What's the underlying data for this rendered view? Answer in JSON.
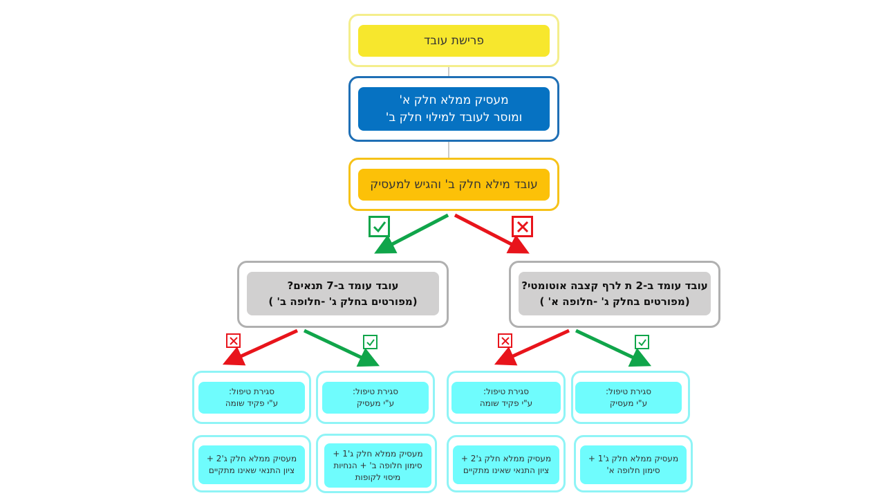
{
  "flow": {
    "start": {
      "text": "פרישת עובד"
    },
    "step_employer": {
      "line1": "מעסיק ממלא חלק א'",
      "line2": "ומוסר לעובד למילוי חלק ב'"
    },
    "step_employee": {
      "text": "עובד מילא חלק ב' והגיש למעסיק"
    },
    "decision_a": {
      "line1": "עובד עומד ב-2 ת לרף קצבה אוטומטי?",
      "line2": "(מפורטים בחלק ג' -חלופה א' )"
    },
    "decision_b": {
      "line1": "עובד עומד ב-7 תנאים?",
      "line2": "(מפורטים בחלק ג' -חלופה ב' )"
    },
    "closures": [
      {
        "line1": "סגירת טיפול:",
        "line2": "ע\"י פקיד שומה"
      },
      {
        "line1": "סגירת טיפול:",
        "line2": "ע\"י מעסיק"
      },
      {
        "line1": "סגירת טיפול:",
        "line2": "ע\"י פקיד שומה"
      },
      {
        "line1": "סגירת טיפול:",
        "line2": "ע\"י מעסיק"
      }
    ],
    "actions": [
      {
        "line1": "מעסיק ממלא חלק ג'2 +",
        "line2": "ציון התנאי שאינו מתקיים",
        "line3": ""
      },
      {
        "line1": "מעסיק ממלא חלק ג'1 +",
        "line2": "סימון חלופה ב' + הנחיות",
        "line3": "מיסוי לקופות"
      },
      {
        "line1": "מעסיק ממלא חלק ג'2 +",
        "line2": "ציון התנאי שאינו מתקיים",
        "line3": ""
      },
      {
        "line1": "מעסיק ממלא חלק ג'1 +",
        "line2": "סימון חלופה א'",
        "line3": ""
      }
    ]
  },
  "colors": {
    "yes": "#10a54a",
    "no": "#e8141b",
    "yellow": "#f7e72d",
    "blue": "#0672c2",
    "orange": "#fcc108",
    "gray": "#d1d0d0",
    "cyan": "#6ffcfd"
  },
  "icons": {
    "yes_mark": "check-box-icon",
    "no_mark": "x-box-icon"
  }
}
